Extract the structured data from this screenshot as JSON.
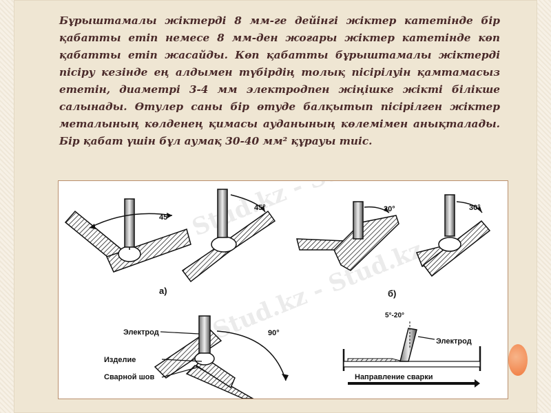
{
  "paragraph": "Бұрыштамалы жіктерді 8 мм-ге дейінгі жіктер катетінде бір қабатты етіп немесе 8 мм-ден жоғары жіктер катетінде көп қабатты етіп жасайды. Көп қабатты бұрыштамалы жіктерді пісіру кезінде ең алдымен түбірдің толық пісірілуін қамтамасыз ететін, диаметрі 3-4 мм электродпен жіңішке жікті білікше салынады. Өтулер саны бір өтуде балқытып пісірілген жіктер металының көлденең қимасы ауданының көлемімен анықталады. Бір қабат үшін бұл аумақ 30-40 мм² құрауы тиіс.",
  "figure": {
    "angle_45_a": "45°",
    "angle_45_b": "45°",
    "angle_30_a": "30°",
    "angle_30_b": "30°",
    "label_a": "а)",
    "label_b": "б)",
    "angle_90": "90°",
    "electrode_left": "Электрод",
    "workpiece": "Изделие",
    "weld_seam": "Сварной шов",
    "angle_5_20": "5°-20°",
    "electrode_right": "Электрод",
    "welding_direction": "Направление сварки"
  },
  "watermark": "Stud.kz - Stud.kz"
}
